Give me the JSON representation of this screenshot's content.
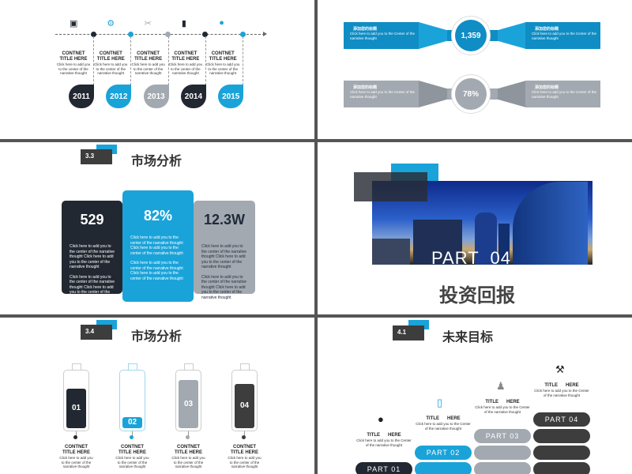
{
  "colors": {
    "dark": "#222831",
    "blue": "#1aa3d9",
    "gray": "#a3a9b0",
    "charcoal": "#3d3d3d"
  },
  "slide1": {
    "items": [
      {
        "icon": "chat-icon",
        "title1": "CONTNET",
        "title2": "TITLE  HERE",
        "text": "Click here to add  you to the center  of the narrative thought",
        "year": "2011"
      },
      {
        "icon": "gears-icon",
        "title1": "CONTNET",
        "title2": "TITLE  HERE",
        "text": "Click here to add  you to the center  of the narrative thought",
        "year": "2012"
      },
      {
        "icon": "tools-icon",
        "title1": "CONTNET",
        "title2": "TITLE  HERE",
        "text": "Click here to add  you to the center  of the narrative thought",
        "year": "2013"
      },
      {
        "icon": "bar-chart-icon",
        "title1": "CONTNET",
        "title2": "TITLE  HERE",
        "text": "Click here to add  you to the center  of the narrative thought",
        "year": "2014"
      },
      {
        "icon": "head-idea-icon",
        "title1": "CONTNET",
        "title2": "TITLE  HERE",
        "text": "Click here to add  you to the center  of the narrative thought",
        "year": "2015"
      }
    ]
  },
  "slide2": {
    "rows": [
      {
        "value": "1,359",
        "left_head": "添加您的标题",
        "left_text": "Click here to add  you to the Center of the  narrative thought",
        "right_head": "添加您的标题",
        "right_text": "Click here to add  you to the Center of the  narrative thought"
      },
      {
        "value": "78%",
        "left_head": "添加您的标题",
        "left_text": "Click here to add  you to the Center of the  narrative thought",
        "right_head": "添加您的标题",
        "right_text": "Click here to add  you to the Center of the  narrative thought"
      }
    ]
  },
  "slide3": {
    "badge": "3.3",
    "title": "市场分析",
    "cards": [
      {
        "value": "529",
        "p1": "Click here to add  you to the center of the  narrative thought Click here to add   you to the center of the narrative thought",
        "p2": "Click here to add  you to the center of the  narrative thought Click here to add   you to the center of the narrative thought"
      },
      {
        "value": "82%",
        "p1": "Click here to add  you to the center of the  narrative thought Click here to add   you to the center of the narrative thought",
        "p2": "Click here to add  you to the center of the  narrative thought Click here to add   you to the center of the narrative thought"
      },
      {
        "value": "12.3W",
        "p1": "Click here to add  you to the center of the  narrative thought Click here to add   you to the center of the narrative thought",
        "p2": "Click here to add  you to the center of the  narrative thought Click here to add   you to the center of the narrative thought"
      }
    ]
  },
  "slide4": {
    "part": "PART  04",
    "title": "投资回报"
  },
  "slide5": {
    "badge": "3.4",
    "title": "市场分析",
    "batteries": [
      {
        "label": "01",
        "level": 0.7,
        "title1": "CONTNET",
        "title2": "TITLE  HERE",
        "text": "Click here to add  you to the  center  of the narrative thought"
      },
      {
        "label": "02",
        "level": 0.2,
        "title1": "CONTNET",
        "title2": "TITLE  HERE",
        "text": "Click here to add  you to the  center  of the narrative thought"
      },
      {
        "label": "03",
        "level": 0.85,
        "title1": "CONTNET",
        "title2": "TITLE  HERE",
        "text": "Click here to add  you to the  center  of the narrative thought"
      },
      {
        "label": "04",
        "level": 0.78,
        "title1": "CONTNET",
        "title2": "TITLE  HERE",
        "text": "Click here to add  you to the  center  of the narrative thought"
      }
    ]
  },
  "slide6": {
    "badge": "4.1",
    "title": "未来目标",
    "steps": [
      {
        "part": "PART  01",
        "icon": "head-gears-icon",
        "title": "TITLE      HERE",
        "text": "Click here to add  you to the Center of the  narrative thought"
      },
      {
        "part": "PART  02",
        "icon": "mobile-money-icon",
        "title": "TITLE      HERE",
        "text": "Click here to add  you to the Center of the  narrative thought"
      },
      {
        "part": "PART  03",
        "icon": "team-icon",
        "title": "TITLE      HERE",
        "text": "Click here to add  you to the Center of the  narrative thought"
      },
      {
        "part": "PART  04",
        "icon": "wrench-gear-icon",
        "title": "TITLE      HERE",
        "text": "Click here to add  you to the Center of the  narrative thought"
      }
    ]
  }
}
